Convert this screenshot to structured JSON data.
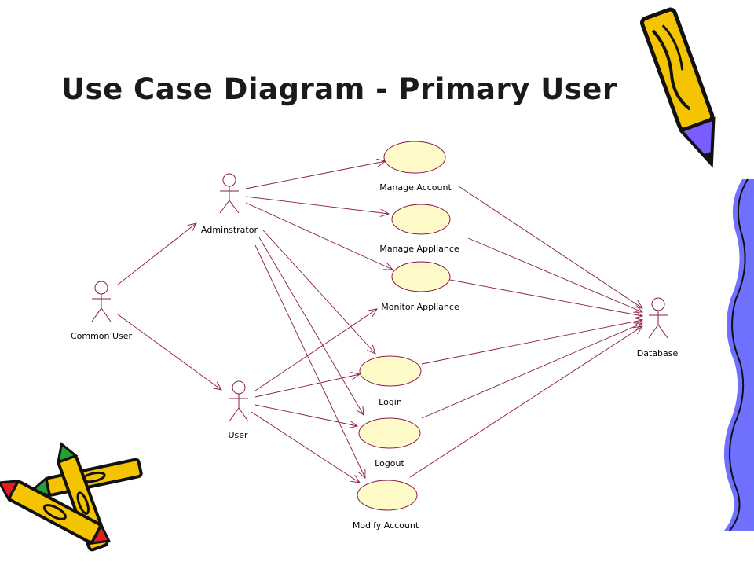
{
  "title": "Use Case Diagram - Primary User",
  "actors": {
    "administrator": "Adminstrator",
    "common_user": "Common User",
    "user": "User",
    "database": "Database"
  },
  "use_cases": {
    "manage_account": "Manage Account",
    "manage_appliance": "Manage Appliance",
    "monitor_appliance": "Monitor Appliance",
    "login": "Login",
    "logout": "Logout",
    "modify_account": "Modify Account"
  },
  "colors": {
    "line": "#8b1a4a",
    "usecase_fill": "#fffbc8",
    "pencil_yellow": "#f5c400",
    "pencil_purple": "#7a5cff",
    "pencil_red": "#e02020",
    "pencil_green": "#22a030",
    "border_blue": "#7070ff"
  },
  "decorations": [
    "pencil-clipart-icon",
    "pencils-bundle-icon",
    "wavy-border-icon"
  ]
}
